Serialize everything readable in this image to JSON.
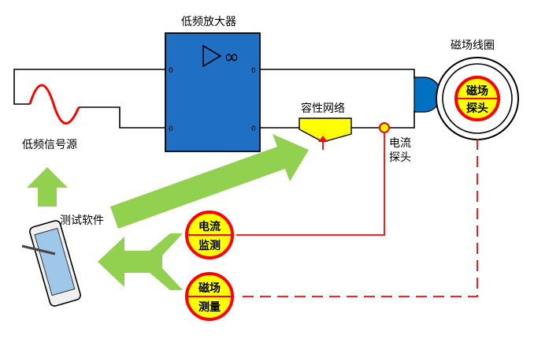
{
  "diagram": {
    "amplifier": {
      "label": "低频放大器",
      "symbol": "∞",
      "pin_label": "0"
    },
    "signal_source": {
      "label": "低频信号源"
    },
    "capacitive_network": {
      "label": "容性网络"
    },
    "current_probe": {
      "label_line1": "电流",
      "label_line2": "探头"
    },
    "magnetic_coil": {
      "label": "磁场线圈"
    },
    "magnetic_probe": {
      "line1": "磁场",
      "line2": "探头"
    },
    "test_software": {
      "label": "测试软件"
    },
    "current_monitor": {
      "line1": "电流",
      "line2": "监测"
    },
    "magnetic_measure": {
      "line1": "磁场",
      "line2": "测量"
    }
  },
  "colors": {
    "amplifier_fill": "#1f6fc4",
    "arrow_green": "#92d050",
    "badge_yellow": "#ffff00",
    "badge_red": "#ff0000",
    "probe_blue": "#0070c0",
    "wire": "#000000",
    "signal_line": "#ff0000"
  }
}
